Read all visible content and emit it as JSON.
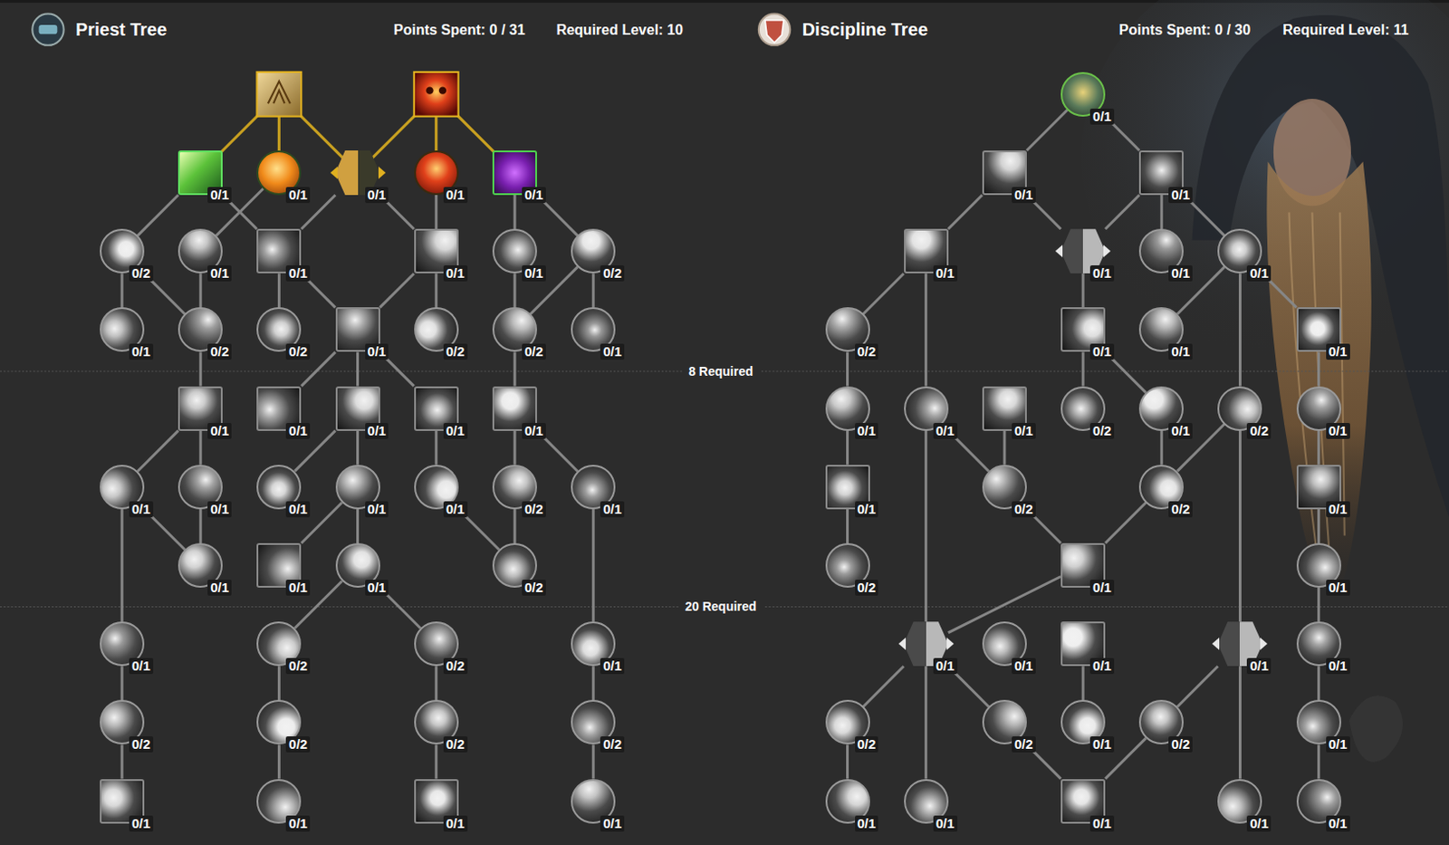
{
  "diagram": {
    "nodes": [
      {
        "text": [
          "0/1"
        ]
      },
      {
        "text": [
          "0/1"
        ]
      },
      {
        "text": [
          "0/1"
        ]
      },
      {
        "text": [
          "0/1"
        ]
      },
      {
        "text": [
          "0/1"
        ]
      },
      {
        "text": [
          "0/2"
        ]
      },
      {
        "text": [
          "0/1"
        ]
      },
      {
        "text": [
          "0/1"
        ]
      },
      {
        "text": [
          "0/1"
        ]
      },
      {
        "text": [
          "0/1"
        ]
      },
      {
        "text": [
          "0/2"
        ]
      },
      {
        "text": [
          "0/1"
        ]
      },
      {
        "text": [
          "0/2"
        ]
      },
      {
        "text": [
          "0/2"
        ]
      },
      {
        "text": [
          "0/1"
        ]
      },
      {
        "text": [
          "0/2"
        ]
      },
      {
        "text": [
          "0/2"
        ]
      },
      {
        "text": [
          "0/1"
        ]
      },
      {
        "text": [
          "0/1"
        ]
      },
      {
        "text": [
          "0/1"
        ]
      },
      {
        "text": [
          "0/1"
        ]
      },
      {
        "text": [
          "0/1"
        ]
      },
      {
        "text": [
          "0/1"
        ]
      },
      {
        "text": [
          "0/1"
        ]
      },
      {
        "text": [
          "0/1"
        ]
      },
      {
        "text": [
          "0/1"
        ]
      },
      {
        "text": [
          "0/1"
        ]
      },
      {
        "text": [
          "0/1"
        ]
      },
      {
        "text": [
          "0/2"
        ]
      },
      {
        "text": [
          "0/1"
        ]
      },
      {
        "text": [
          "0/1"
        ]
      },
      {
        "text": [
          "0/1"
        ]
      },
      {
        "text": [
          "0/1"
        ]
      },
      {
        "text": [
          "0/2"
        ]
      },
      {
        "text": [
          "0/1"
        ]
      },
      {
        "text": [
          "0/2"
        ]
      },
      {
        "text": [
          "0/2"
        ]
      },
      {
        "text": [
          "0/1"
        ]
      },
      {
        "text": [
          "0/2"
        ]
      },
      {
        "text": [
          "0/2"
        ]
      },
      {
        "text": [
          "0/2"
        ]
      },
      {
        "text": [
          "0/2"
        ]
      },
      {
        "text": [
          "0/1"
        ]
      },
      {
        "text": [
          "0/1"
        ]
      },
      {
        "text": [
          "0/1"
        ]
      },
      {
        "text": [
          "0/1"
        ]
      },
      {
        "text": [
          "0/1"
        ]
      },
      {
        "text": [
          "0/1"
        ]
      },
      {
        "text": [
          "0/1"
        ]
      },
      {
        "text": [
          "0/1"
        ]
      },
      {
        "text": [
          "0/1"
        ]
      },
      {
        "text": [
          "0/1"
        ]
      },
      {
        "text": [
          "0/1"
        ]
      },
      {
        "text": [
          "0/2"
        ]
      },
      {
        "text": [
          "0/1"
        ]
      },
      {
        "text": [
          "0/1"
        ]
      },
      {
        "text": [
          "0/1"
        ]
      },
      {
        "text": [
          "0/1"
        ]
      },
      {
        "text": [
          "0/1"
        ]
      },
      {
        "text": [
          "0/1"
        ]
      },
      {
        "text": [
          "0/2"
        ]
      },
      {
        "text": [
          "0/1"
        ]
      },
      {
        "text": [
          "0/2"
        ]
      },
      {
        "text": [
          "0/1"
        ]
      },
      {
        "text": [
          "0/1"
        ]
      },
      {
        "text": [
          "0/2"
        ]
      },
      {
        "text": [
          "0/2"
        ]
      },
      {
        "text": [
          "0/1"
        ]
      },
      {
        "text": [
          "0/2"
        ]
      },
      {
        "text": [
          "0/1"
        ]
      },
      {
        "text": [
          "0/1"
        ]
      },
      {
        "text": [
          "0/1"
        ]
      },
      {
        "text": [
          "0/1"
        ]
      },
      {
        "text": [
          "0/1"
        ]
      },
      {
        "text": [
          "0/1"
        ]
      },
      {
        "text": [
          "0/1"
        ]
      },
      {
        "text": [
          "0/2"
        ]
      },
      {
        "text": [
          "0/2"
        ]
      },
      {
        "text": [
          "0/1"
        ]
      },
      {
        "text": [
          "0/2"
        ]
      },
      {
        "text": [
          "0/1"
        ]
      },
      {
        "text": [
          "0/1"
        ]
      },
      {
        "text": [
          "0/1"
        ]
      },
      {
        "text": [
          "0/1"
        ]
      },
      {
        "text": [
          "0/1"
        ]
      },
      {
        "text": [
          "0/1"
        ]
      }
    ],
    "edges": [
      {
        "from": 0,
        "to": 5,
        "arrow": "none"
      },
      {
        "from": 0,
        "to": 7,
        "arrow": "none"
      },
      {
        "from": 1,
        "to": 6,
        "arrow": "none"
      },
      {
        "from": 2,
        "to": 7,
        "arrow": "none"
      },
      {
        "from": 2,
        "to": 8,
        "arrow": "none"
      },
      {
        "from": 3,
        "to": 8,
        "arrow": "none"
      },
      {
        "from": 4,
        "to": 9,
        "arrow": "none"
      },
      {
        "from": 4,
        "to": 10,
        "arrow": "none"
      },
      {
        "from": 5,
        "to": 11,
        "arrow": "none"
      },
      {
        "from": 5,
        "to": 12,
        "arrow": "none"
      },
      {
        "from": 6,
        "to": 12,
        "arrow": "none"
      },
      {
        "from": 7,
        "to": 13,
        "arrow": "none"
      },
      {
        "from": 7,
        "to": 14,
        "arrow": "none"
      },
      {
        "from": 8,
        "to": 14,
        "arrow": "none"
      },
      {
        "from": 8,
        "to": 15,
        "arrow": "none"
      },
      {
        "from": 9,
        "to": 16,
        "arrow": "none"
      },
      {
        "from": 10,
        "to": 16,
        "arrow": "none"
      },
      {
        "from": 10,
        "to": 17,
        "arrow": "none"
      },
      {
        "from": 12,
        "to": 18,
        "arrow": "none"
      },
      {
        "from": 14,
        "to": 19,
        "arrow": "none"
      },
      {
        "from": 14,
        "to": 20,
        "arrow": "none"
      },
      {
        "from": 14,
        "to": 21,
        "arrow": "none"
      },
      {
        "from": 16,
        "to": 22,
        "arrow": "none"
      },
      {
        "from": 18,
        "to": 23,
        "arrow": "none"
      },
      {
        "from": 18,
        "to": 24,
        "arrow": "none"
      },
      {
        "from": 20,
        "to": 25,
        "arrow": "none"
      },
      {
        "from": 20,
        "to": 26,
        "arrow": "none"
      },
      {
        "from": 21,
        "to": 27,
        "arrow": "none"
      },
      {
        "from": 22,
        "to": 28,
        "arrow": "none"
      },
      {
        "from": 22,
        "to": 29,
        "arrow": "none"
      },
      {
        "from": 23,
        "to": 30,
        "arrow": "none"
      },
      {
        "from": 24,
        "to": 30,
        "arrow": "none"
      },
      {
        "from": 26,
        "to": 31,
        "arrow": "none"
      },
      {
        "from": 26,
        "to": 32,
        "arrow": "none"
      },
      {
        "from": 27,
        "to": 33,
        "arrow": "none"
      },
      {
        "from": 28,
        "to": 33,
        "arrow": "none"
      },
      {
        "from": 23,
        "to": 34,
        "arrow": "none"
      },
      {
        "from": 32,
        "to": 35,
        "arrow": "none"
      },
      {
        "from": 32,
        "to": 36,
        "arrow": "none"
      },
      {
        "from": 29,
        "to": 37,
        "arrow": "none"
      },
      {
        "from": 34,
        "to": 38,
        "arrow": "none"
      },
      {
        "from": 35,
        "to": 39,
        "arrow": "none"
      },
      {
        "from": 36,
        "to": 40,
        "arrow": "none"
      },
      {
        "from": 37,
        "to": 41,
        "arrow": "none"
      },
      {
        "from": 38,
        "to": 42,
        "arrow": "none"
      },
      {
        "from": 39,
        "to": 43,
        "arrow": "none"
      },
      {
        "from": 40,
        "to": 44,
        "arrow": "none"
      },
      {
        "from": 41,
        "to": 45,
        "arrow": "none"
      },
      {
        "from": 46,
        "to": 47,
        "arrow": "none"
      },
      {
        "from": 46,
        "to": 48,
        "arrow": "none"
      },
      {
        "from": 47,
        "to": 49,
        "arrow": "none"
      },
      {
        "from": 47,
        "to": 50,
        "arrow": "none"
      },
      {
        "from": 48,
        "to": 50,
        "arrow": "none"
      },
      {
        "from": 48,
        "to": 51,
        "arrow": "none"
      },
      {
        "from": 48,
        "to": 52,
        "arrow": "none"
      },
      {
        "from": 49,
        "to": 53,
        "arrow": "none"
      },
      {
        "from": 49,
        "to": 58,
        "arrow": "none"
      },
      {
        "from": 50,
        "to": 54,
        "arrow": "none"
      },
      {
        "from": 52,
        "to": 55,
        "arrow": "none"
      },
      {
        "from": 52,
        "to": 62,
        "arrow": "none"
      },
      {
        "from": 52,
        "to": 56,
        "arrow": "none"
      },
      {
        "from": 53,
        "to": 57,
        "arrow": "none"
      },
      {
        "from": 54,
        "to": 60,
        "arrow": "none"
      },
      {
        "from": 54,
        "to": 61,
        "arrow": "none"
      },
      {
        "from": 56,
        "to": 63,
        "arrow": "none"
      },
      {
        "from": 57,
        "to": 64,
        "arrow": "none"
      },
      {
        "from": 58,
        "to": 65,
        "arrow": "none"
      },
      {
        "from": 59,
        "to": 65,
        "arrow": "none"
      },
      {
        "from": 61,
        "to": 66,
        "arrow": "none"
      },
      {
        "from": 62,
        "to": 66,
        "arrow": "none"
      },
      {
        "from": 63,
        "to": 67,
        "arrow": "none"
      },
      {
        "from": 64,
        "to": 68,
        "arrow": "none"
      },
      {
        "from": 65,
        "to": 69,
        "arrow": "none"
      },
      {
        "from": 66,
        "to": 69,
        "arrow": "none"
      },
      {
        "from": 67,
        "to": 70,
        "arrow": "none"
      },
      {
        "from": 69,
        "to": 71,
        "arrow": "none"
      },
      {
        "from": 58,
        "to": 71,
        "arrow": "none"
      },
      {
        "from": 70,
        "to": 75,
        "arrow": "none"
      },
      {
        "from": 62,
        "to": 74,
        "arrow": "none"
      },
      {
        "from": 71,
        "to": 76,
        "arrow": "none"
      },
      {
        "from": 71,
        "to": 77,
        "arrow": "none"
      },
      {
        "from": 71,
        "to": 82,
        "arrow": "none"
      },
      {
        "from": 74,
        "to": 79,
        "arrow": "none"
      },
      {
        "from": 74,
        "to": 84,
        "arrow": "none"
      },
      {
        "from": 75,
        "to": 80,
        "arrow": "none"
      },
      {
        "from": 73,
        "to": 78,
        "arrow": "none"
      },
      {
        "from": 76,
        "to": 81,
        "arrow": "none"
      },
      {
        "from": 77,
        "to": 83,
        "arrow": "none"
      },
      {
        "from": 79,
        "to": 83,
        "arrow": "none"
      },
      {
        "from": 80,
        "to": 85,
        "arrow": "none"
      }
    ],
    "labels": [
      "Priest Tree",
      "Points Spent: 0 / 31",
      "Required Level: 10",
      "Discipline Tree",
      "Points Spent: 0 / 30",
      "Required Level: 11",
      "8 Required",
      "20 Required"
    ]
  }
}
